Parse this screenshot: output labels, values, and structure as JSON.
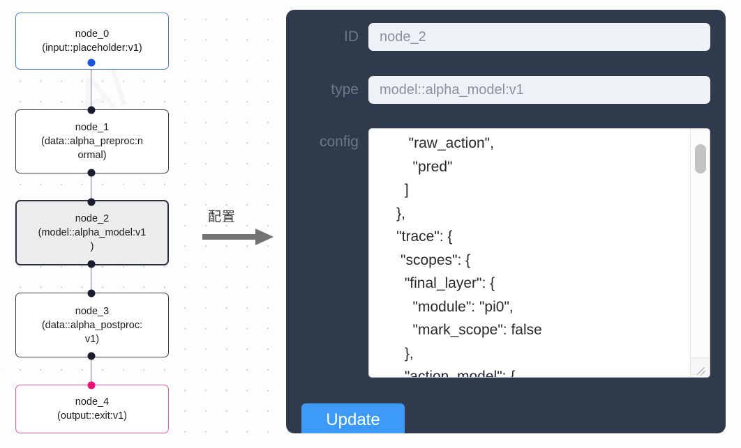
{
  "graph": {
    "nodes": [
      {
        "id": "node_0",
        "title": "node_0",
        "subtitle": "(input::placeholder:v1)",
        "state": "input",
        "accent": "#4a7fd4"
      },
      {
        "id": "node_1",
        "title": "node_1",
        "subtitle": "(data::alpha_preproc:n\normal)",
        "state": "default",
        "accent": "#3a3f52"
      },
      {
        "id": "node_2",
        "title": "node_2",
        "subtitle": "(model::alpha_model:v1\n)",
        "state": "selected",
        "accent": "#2d3142"
      },
      {
        "id": "node_3",
        "title": "node_3",
        "subtitle": "(data::alpha_postproc:\nv1)",
        "state": "default",
        "accent": "#3a3f52"
      },
      {
        "id": "node_4",
        "title": "node_4",
        "subtitle": "(output::exit:v1)",
        "state": "output",
        "accent": "#e8559b"
      }
    ]
  },
  "arrow": {
    "label": "配置"
  },
  "panel": {
    "fields": [
      {
        "key": "id",
        "label": "ID",
        "value": "node_2"
      },
      {
        "key": "type",
        "label": "type",
        "value": "model::alpha_model:v1"
      },
      {
        "key": "config",
        "label": "config",
        "value": "        \"raw_action\",\n         \"pred\"\n       ]\n     },\n     \"trace\": {\n      \"scopes\": {\n       \"final_layer\": {\n         \"module\": \"pi0\",\n         \"mark_scope\": false\n       },\n       \"action_model\": {"
      }
    ],
    "update_label": "Update",
    "accent_color": "#3d9bf7",
    "panel_color": "#2f3a4c",
    "input_color": "#eef1f5"
  }
}
